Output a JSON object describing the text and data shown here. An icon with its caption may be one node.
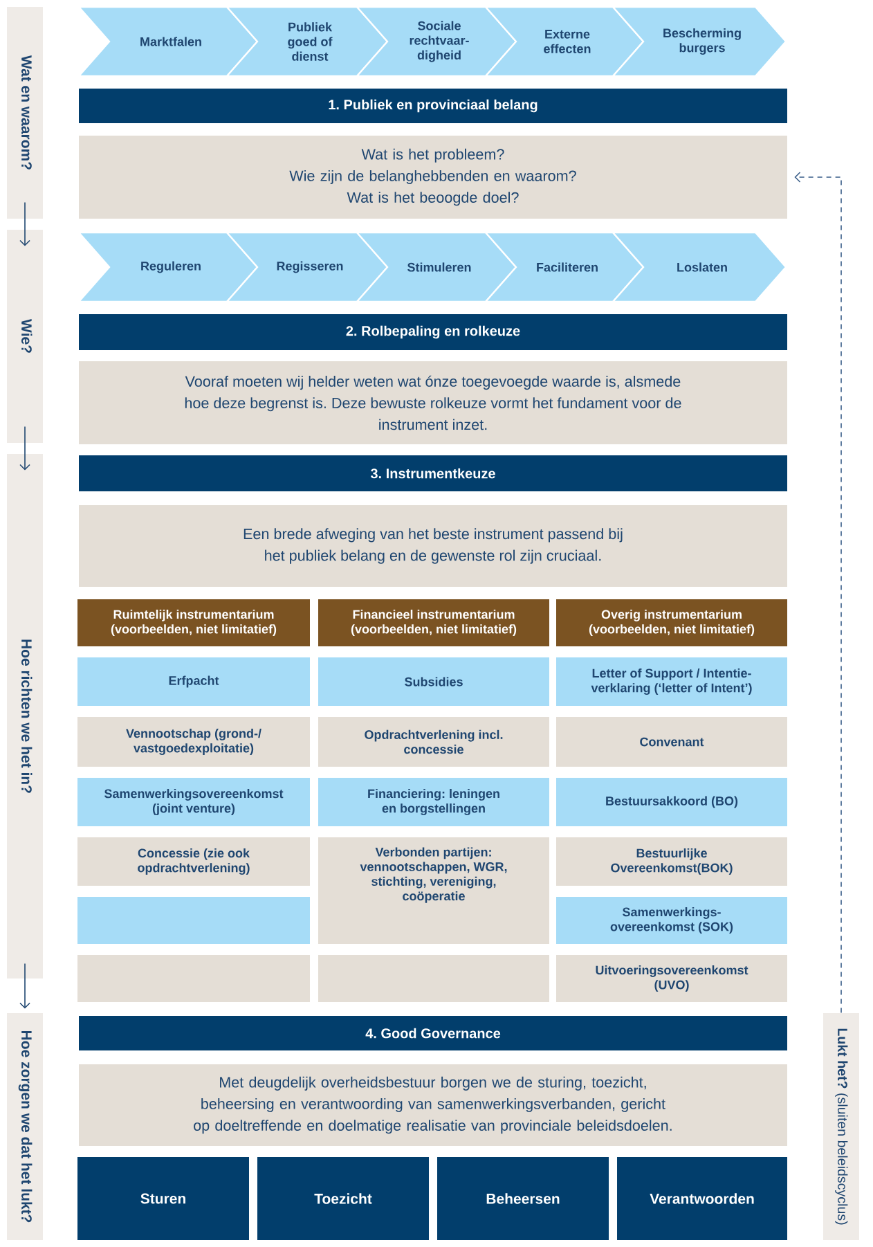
{
  "diagram": {
    "nodes": [
      {
        "text": [
          "Wat en waarom?"
        ]
      },
      {
        "text": [
          "Marktfalen"
        ]
      },
      {
        "text": [
          "Publiek goed of dienst"
        ]
      },
      {
        "text": [
          "Sociale rechtvaar- digheid"
        ]
      },
      {
        "text": [
          "Externe effecten"
        ]
      },
      {
        "text": [
          "Bescherming burgers"
        ]
      },
      {
        "text": [
          "1. Publiek en provinciaal belang"
        ]
      },
      {
        "text": [
          "Wat is het probleem?",
          "Wie zijn de belanghebbenden en waarom?",
          "Wat is het beoogde doel?"
        ]
      },
      {
        "text": [
          "Wie?"
        ]
      },
      {
        "text": [
          "Reguleren"
        ]
      },
      {
        "text": [
          "Regisseren"
        ]
      },
      {
        "text": [
          "Stimuleren"
        ]
      },
      {
        "text": [
          "Faciliteren"
        ]
      },
      {
        "text": [
          "Loslaten"
        ]
      },
      {
        "text": [
          "2. Rolbepaling en rolkeuze"
        ]
      },
      {
        "text": [
          "Vooraf moeten wij helder weten wat ónze toegevoegde waarde is, alsmede hoe deze begrenst is. Deze bewuste rolkeuze vormt het fundament voor de instrument inzet."
        ]
      },
      {
        "text": [
          "Hoe richten we het in?"
        ]
      },
      {
        "text": [
          "3. Instrumentkeuze"
        ]
      },
      {
        "text": [
          "Een brede afweging van het beste instrument passend bij het publiek belang en de gewenste rol zijn cruciaal."
        ]
      },
      {
        "text": [
          "Ruimtelijk instrumentarium (voorbeelden, niet limitatief)"
        ]
      },
      {
        "text": [
          "Financieel instrumentarium (voorbeelden, niet limitatief)"
        ]
      },
      {
        "text": [
          "Overig instrumentarium (voorbeelden, niet limitatief)"
        ]
      },
      {
        "text": [
          "Erfpacht"
        ]
      },
      {
        "text": [
          "Subsidies"
        ]
      },
      {
        "text": [
          "Letter of Support / Intentie- verklaring (‘letter of Intent’)"
        ]
      },
      {
        "text": [
          "Vennootschap (grond-/ vastgoedexploitatie)"
        ]
      },
      {
        "text": [
          "Opdrachtverlening incl. concessie"
        ]
      },
      {
        "text": [
          "Convenant"
        ]
      },
      {
        "text": [
          "Samenwerkingsovereenkomst (joint venture)"
        ]
      },
      {
        "text": [
          "Financiering: leningen en borgstellingen"
        ]
      },
      {
        "text": [
          "Bestuursakkoord (BO)"
        ]
      },
      {
        "text": [
          "Concessie (zie ook opdrachtverlening)"
        ]
      },
      {
        "text": [
          "Verbonden partijen: vennootschappen, WGR, stichting, vereniging, coöperatie"
        ]
      },
      {
        "text": [
          "Bestuurlijke Overeenkomst(BOK)"
        ]
      },
      {
        "text": [],
        "shape": "box"
      },
      {
        "text": [
          "Samenwerkings- overeenkomst (SOK)"
        ]
      },
      {
        "text": [],
        "shape": "box"
      },
      {
        "text": [],
        "shape": "box"
      },
      {
        "text": [
          "Uitvoeringsovereenkomst (UVO)"
        ]
      },
      {
        "text": [
          "Hoe zorgen we dat het lukt?"
        ]
      },
      {
        "text": [
          "4. Good Governance"
        ]
      },
      {
        "text": [
          "Met deugdelijk overheidsbestuur borgen we de sturing, toezicht, beheersing en verantwoording van samenwerkingsverbanden, gericht op doeltreffende en doelmatige realisatie van provinciale beleidsdoelen."
        ]
      },
      {
        "text": [
          "Sturen"
        ]
      },
      {
        "text": [
          "Toezicht"
        ]
      },
      {
        "text": [
          "Beheersen"
        ]
      },
      {
        "text": [
          "Verantwoorden"
        ]
      },
      {
        "text": [
          "**Lukt het?** (sluiten beleidscyclus)"
        ]
      }
    ],
    "edges": [
      {
        "from": 0,
        "to": 8,
        "arrow": "to"
      },
      {
        "from": 8,
        "to": 16,
        "arrow": "to"
      },
      {
        "from": 16,
        "to": 39,
        "arrow": "to"
      },
      {
        "from": 46,
        "to": 7,
        "arrow": "to",
        "style": "dashed"
      }
    ]
  }
}
